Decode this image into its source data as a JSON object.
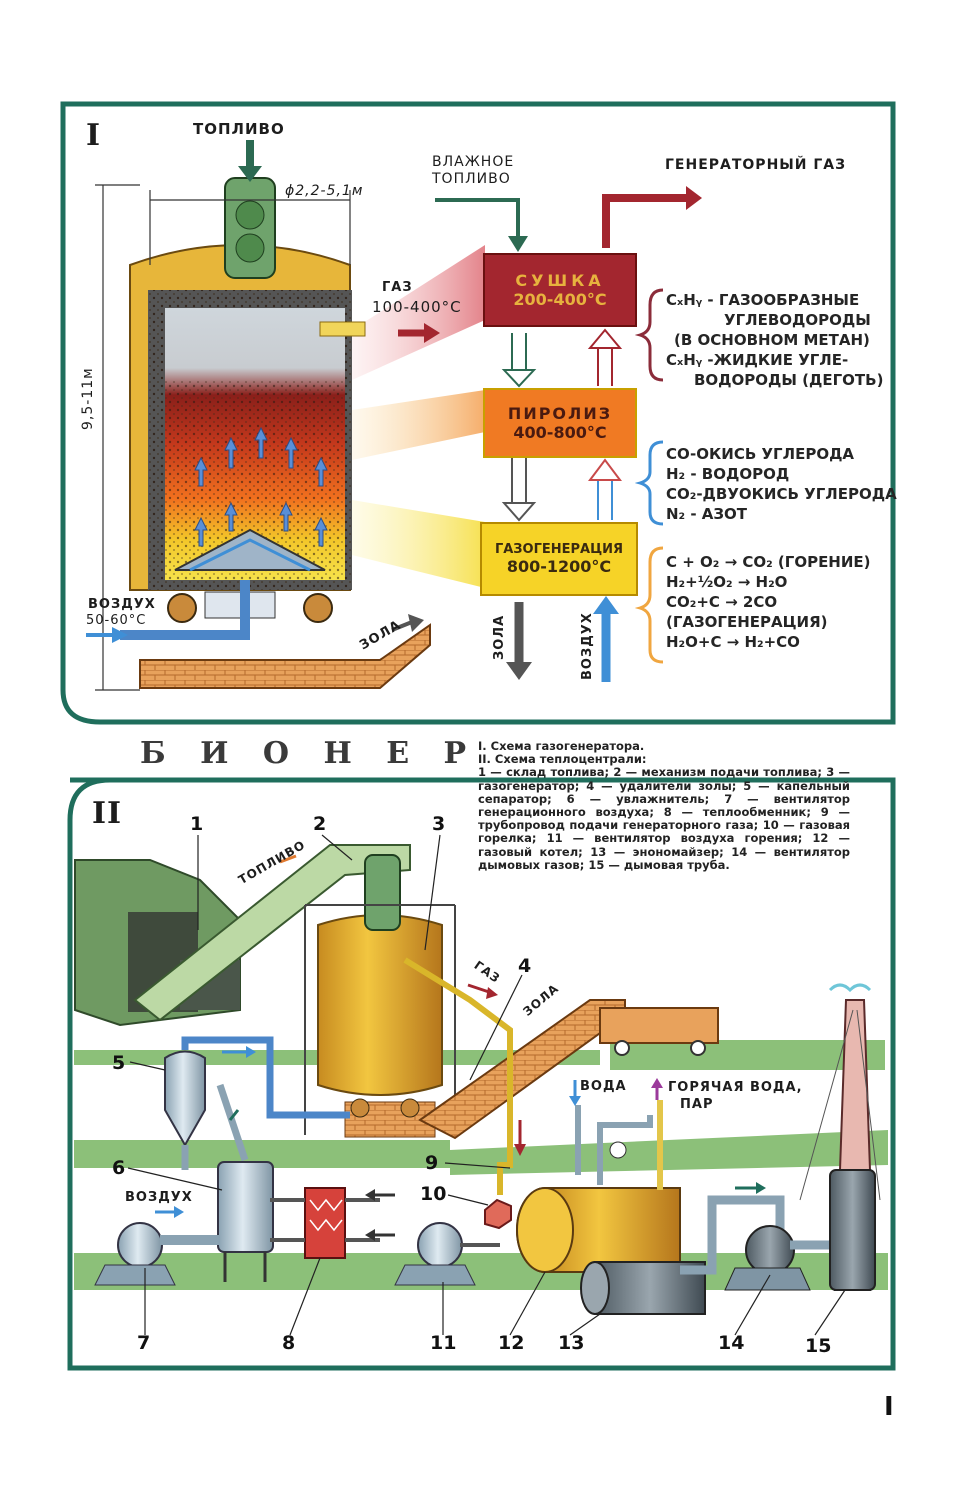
{
  "section_I": {
    "roman": "I",
    "fuel": "ТОПЛИВО",
    "diameter": "ϕ2,2-5,1м",
    "height": "9,5-11м",
    "gas": "ГАЗ",
    "gas_temp": "100-400°С",
    "air": "ВОЗДУХ",
    "air_temp": "50-60°С",
    "ash": "ЗОЛА",
    "wet_fuel_1": "ВЛАЖНОЕ",
    "wet_fuel_2": "ТОПЛИВО",
    "gen_gas": "ГЕНЕРАТОРНЫЙ ГАЗ",
    "stage_drying": {
      "name": "СУШКА",
      "temp": "200-400°С"
    },
    "stage_pyrolysis": {
      "name": "ПИРОЛИЗ",
      "temp": "400-800°С"
    },
    "stage_gasgen": {
      "name": "ГАЗОГЕНЕРАЦИЯ",
      "temp": "800-1200°С"
    },
    "ash_out": "ЗОЛА",
    "air_in": "ВОЗДУХ",
    "group1": [
      "CₓHᵧ - ГАЗООБРАЗНЫЕ",
      "УГЛЕВОДОРОДЫ",
      "(В ОСНОВНОМ МЕТАН)",
      "CₓHᵧ -ЖИДКИЕ УГЛЕ-",
      "ВОДОРОДЫ (ДЕГОТЬ)"
    ],
    "group2": [
      "CO-ОКИСЬ УГЛЕРОДА",
      "H₂ - ВОДОРОД",
      "CO₂-ДВУОКИСЬ УГЛЕРОДА",
      "N₂ - АЗОТ"
    ],
    "group3": [
      "C + O₂ → CO₂ (ГОРЕНИЕ)",
      "H₂+½O₂ → H₂O",
      "CO₂+C → 2CO",
      "(ГАЗОГЕНЕРАЦИЯ)",
      "H₂O+C → H₂+CO"
    ]
  },
  "title": "Б И О Н Е Р",
  "legend": [
    "I. Схема газогенератора.",
    "II. Схема теплоцентрали:",
    "1 — склад топлива; 2 — механизм подачи топлива; 3 — газогенератор; 4 — удалители золы; 5 — капельный сепаратор; 6 — увлажнитель; 7 — вентилятор генерационного воздуха; 8 — теплообменник; 9 — трубопровод подачи генераторного газа; 10 — газовая горелка; 11 — вентилятор воздуха горения; 12 — газовый котел; 13 — энономайзер; 14 — вентилятор дымовых газов; 15 — дымовая труба."
  ],
  "section_II": {
    "roman": "II",
    "fuel": "ТОПЛИВО",
    "gas": "ГАЗ",
    "ash": "ЗОЛА",
    "air": "ВОЗДУХ",
    "water": "ВОДА",
    "hot_water_1": "ГОРЯЧАЯ ВОДА,",
    "hot_water_2": "ПАР",
    "numbers": [
      "1",
      "2",
      "3",
      "4",
      "5",
      "6",
      "7",
      "8",
      "9",
      "10",
      "11",
      "12",
      "13",
      "14",
      "15"
    ]
  },
  "page_mark": "I",
  "colors": {
    "frame": "#1f6e5c",
    "drying": "#a3262f",
    "pyrolysis": "#f07a23",
    "gasgen": "#f6d327",
    "brace_dark": "#8b2c3a",
    "brace_blue": "#3f8fd6",
    "brace_orange": "#f0a640",
    "green_strip": "#7fb96a"
  }
}
